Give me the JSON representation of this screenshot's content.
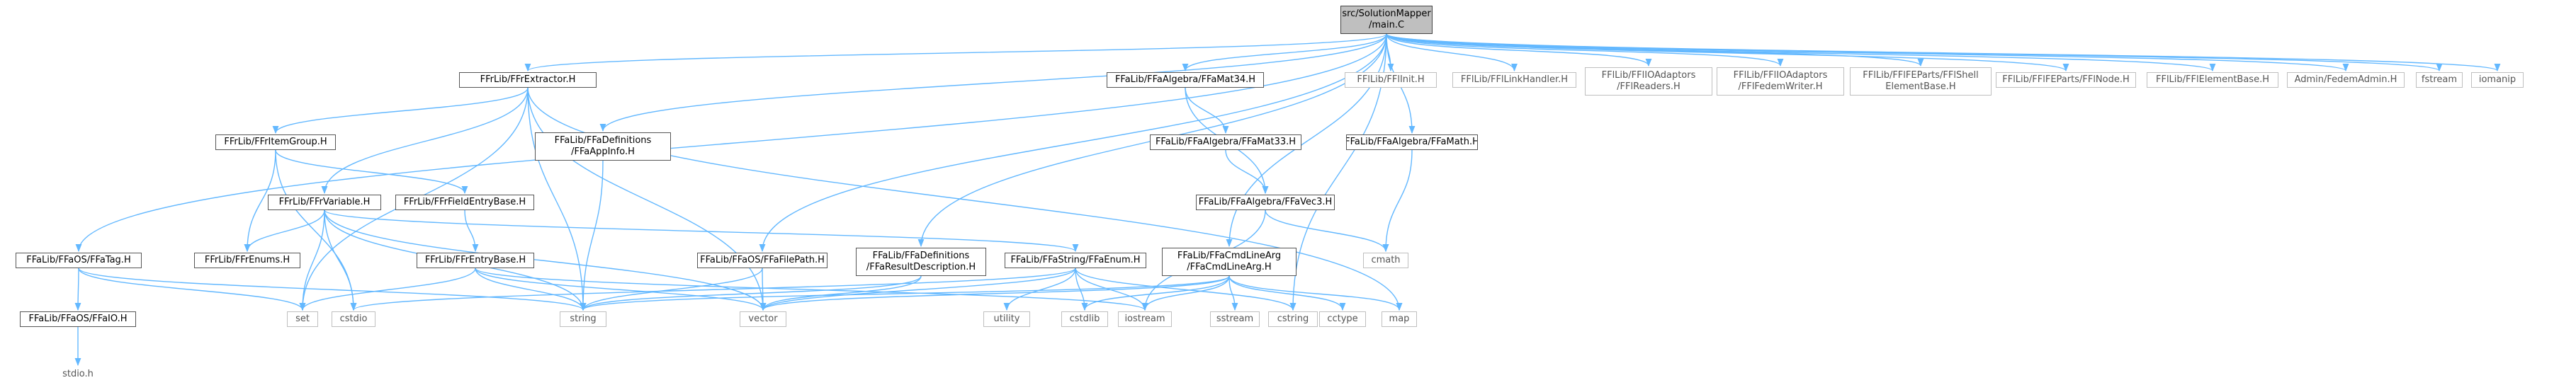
{
  "graph": {
    "colors": {
      "edge": "#63b8ff",
      "root_fill": "#bfbfbf",
      "node_border": "#666666",
      "external_border": "#bfbfbf"
    },
    "nodes": [
      {
        "id": "main",
        "label": "src/SolutionMapper\n/main.C",
        "kind": "root"
      },
      {
        "id": "frextractor",
        "label": "FFrLib/FFrExtractor.H",
        "kind": "linked"
      },
      {
        "id": "faappinfo",
        "label": "FFaLib/FFaDefinitions\n/FFaAppInfo.H",
        "kind": "linked"
      },
      {
        "id": "fatag",
        "label": "FFaLib/FFaOS/FFaTag.H",
        "kind": "linked"
      },
      {
        "id": "fafilepath",
        "label": "FFaLib/FFaOS/FFaFilePath.H",
        "kind": "linked"
      },
      {
        "id": "faresultdesc",
        "label": "FFaLib/FFaDefinitions\n/FFaResultDescription.H",
        "kind": "linked"
      },
      {
        "id": "fastringenum",
        "label": "FFaLib/FFaString/FFaEnum.H",
        "kind": "linked"
      },
      {
        "id": "facmdlinearg",
        "label": "FFaLib/FFaCmdLineArg\n/FFaCmdLineArg.H",
        "kind": "linked"
      },
      {
        "id": "famat34",
        "label": "FFaLib/FFaAlgebra/FFaMat34.H",
        "kind": "linked"
      },
      {
        "id": "famat33",
        "label": "FFaLib/FFaAlgebra/FFaMat33.H",
        "kind": "linked"
      },
      {
        "id": "favec3",
        "label": "FFaLib/FFaAlgebra/FFaVec3.H",
        "kind": "linked"
      },
      {
        "id": "famath",
        "label": "FFaLib/FFaAlgebra/FFaMath.H",
        "kind": "linked"
      },
      {
        "id": "fritemgroup",
        "label": "FFrLib/FFrItemGroup.H",
        "kind": "linked"
      },
      {
        "id": "frvariable",
        "label": "FFrLib/FFrVariable.H",
        "kind": "linked"
      },
      {
        "id": "frfieldentrybase",
        "label": "FFrLib/FFrFieldEntryBase.H",
        "kind": "linked"
      },
      {
        "id": "frentrybase",
        "label": "FFrLib/FFrEntryBase.H",
        "kind": "linked"
      },
      {
        "id": "frenums",
        "label": "FFrLib/FFrEnums.H",
        "kind": "linked"
      },
      {
        "id": "faio",
        "label": "FFaLib/FFaOS/FFaIO.H",
        "kind": "linked"
      },
      {
        "id": "stdioh",
        "label": "stdio.h",
        "kind": "plain"
      },
      {
        "id": "ffinit",
        "label": "FFlLib/FFlInit.H",
        "kind": "external"
      },
      {
        "id": "fllinkhandler",
        "label": "FFlLib/FFlLinkHandler.H",
        "kind": "external"
      },
      {
        "id": "flreaders",
        "label": "FFlLib/FFlIOAdaptors\n/FFlReaders.H",
        "kind": "external"
      },
      {
        "id": "flfedemwriter",
        "label": "FFlLib/FFlIOAdaptors\n/FFlFedemWriter.H",
        "kind": "external"
      },
      {
        "id": "flshellelement",
        "label": "FFlLib/FFlFEParts/FFlShell\nElementBase.H",
        "kind": "external"
      },
      {
        "id": "flnode",
        "label": "FFlLib/FFlFEParts/FFlNode.H",
        "kind": "external"
      },
      {
        "id": "flelementbase",
        "label": "FFlLib/FFlElementBase.H",
        "kind": "external"
      },
      {
        "id": "fedemadmin",
        "label": "Admin/FedemAdmin.H",
        "kind": "external"
      },
      {
        "id": "fstream",
        "label": "fstream",
        "kind": "external"
      },
      {
        "id": "iomanip",
        "label": "iomanip",
        "kind": "external"
      },
      {
        "id": "set",
        "label": "set",
        "kind": "external"
      },
      {
        "id": "cstdio",
        "label": "cstdio",
        "kind": "external"
      },
      {
        "id": "string",
        "label": "string",
        "kind": "external"
      },
      {
        "id": "vector",
        "label": "vector",
        "kind": "external"
      },
      {
        "id": "utility",
        "label": "utility",
        "kind": "external"
      },
      {
        "id": "cstdlib",
        "label": "cstdlib",
        "kind": "external"
      },
      {
        "id": "iostream",
        "label": "iostream",
        "kind": "external"
      },
      {
        "id": "sstream",
        "label": "sstream",
        "kind": "external"
      },
      {
        "id": "cstring",
        "label": "cstring",
        "kind": "external"
      },
      {
        "id": "cctype",
        "label": "cctype",
        "kind": "external"
      },
      {
        "id": "map",
        "label": "map",
        "kind": "external"
      },
      {
        "id": "cmath",
        "label": "cmath",
        "kind": "external"
      }
    ],
    "edges": [
      [
        "main",
        "frextractor"
      ],
      [
        "main",
        "faappinfo"
      ],
      [
        "main",
        "fatag"
      ],
      [
        "main",
        "fafilepath"
      ],
      [
        "main",
        "faresultdesc"
      ],
      [
        "main",
        "facmdlinearg"
      ],
      [
        "main",
        "famat34"
      ],
      [
        "main",
        "famath"
      ],
      [
        "main",
        "ffinit"
      ],
      [
        "main",
        "fllinkhandler"
      ],
      [
        "main",
        "flreaders"
      ],
      [
        "main",
        "flfedemwriter"
      ],
      [
        "main",
        "flshellelement"
      ],
      [
        "main",
        "flnode"
      ],
      [
        "main",
        "flelementbase"
      ],
      [
        "main",
        "fedemadmin"
      ],
      [
        "main",
        "fstream"
      ],
      [
        "main",
        "iomanip"
      ],
      [
        "main",
        "cstring"
      ],
      [
        "frextractor",
        "fritemgroup"
      ],
      [
        "frextractor",
        "frvariable"
      ],
      [
        "frextractor",
        "set"
      ],
      [
        "frextractor",
        "string"
      ],
      [
        "frextractor",
        "vector"
      ],
      [
        "frextractor",
        "map"
      ],
      [
        "fritemgroup",
        "frfieldentrybase"
      ],
      [
        "fritemgroup",
        "frenums"
      ],
      [
        "fritemgroup",
        "cstdio"
      ],
      [
        "frvariable",
        "frenums"
      ],
      [
        "frvariable",
        "fastringenum"
      ],
      [
        "frvariable",
        "set"
      ],
      [
        "frvariable",
        "cstdio"
      ],
      [
        "frvariable",
        "string"
      ],
      [
        "frvariable",
        "vector"
      ],
      [
        "frfieldentrybase",
        "frentrybase"
      ],
      [
        "frentrybase",
        "set"
      ],
      [
        "frentrybase",
        "string"
      ],
      [
        "frentrybase",
        "vector"
      ],
      [
        "frentrybase",
        "iostream"
      ],
      [
        "faappinfo",
        "string"
      ],
      [
        "fatag",
        "faio"
      ],
      [
        "fatag",
        "set"
      ],
      [
        "fatag",
        "string"
      ],
      [
        "faio",
        "stdioh"
      ],
      [
        "fafilepath",
        "string"
      ],
      [
        "fafilepath",
        "vector"
      ],
      [
        "faresultdesc",
        "string"
      ],
      [
        "faresultdesc",
        "vector"
      ],
      [
        "fastringenum",
        "cstdio"
      ],
      [
        "fastringenum",
        "vector"
      ],
      [
        "fastringenum",
        "utility"
      ],
      [
        "fastringenum",
        "cstdlib"
      ],
      [
        "fastringenum",
        "iostream"
      ],
      [
        "fastringenum",
        "cstring"
      ],
      [
        "facmdlinearg",
        "string"
      ],
      [
        "facmdlinearg",
        "vector"
      ],
      [
        "facmdlinearg",
        "cstdlib"
      ],
      [
        "facmdlinearg",
        "iostream"
      ],
      [
        "facmdlinearg",
        "sstream"
      ],
      [
        "facmdlinearg",
        "cctype"
      ],
      [
        "facmdlinearg",
        "map"
      ],
      [
        "famat34",
        "famat33"
      ],
      [
        "famat34",
        "favec3"
      ],
      [
        "famat33",
        "favec3"
      ],
      [
        "favec3",
        "iostream"
      ],
      [
        "favec3",
        "cmath"
      ],
      [
        "famath",
        "cmath"
      ]
    ]
  }
}
